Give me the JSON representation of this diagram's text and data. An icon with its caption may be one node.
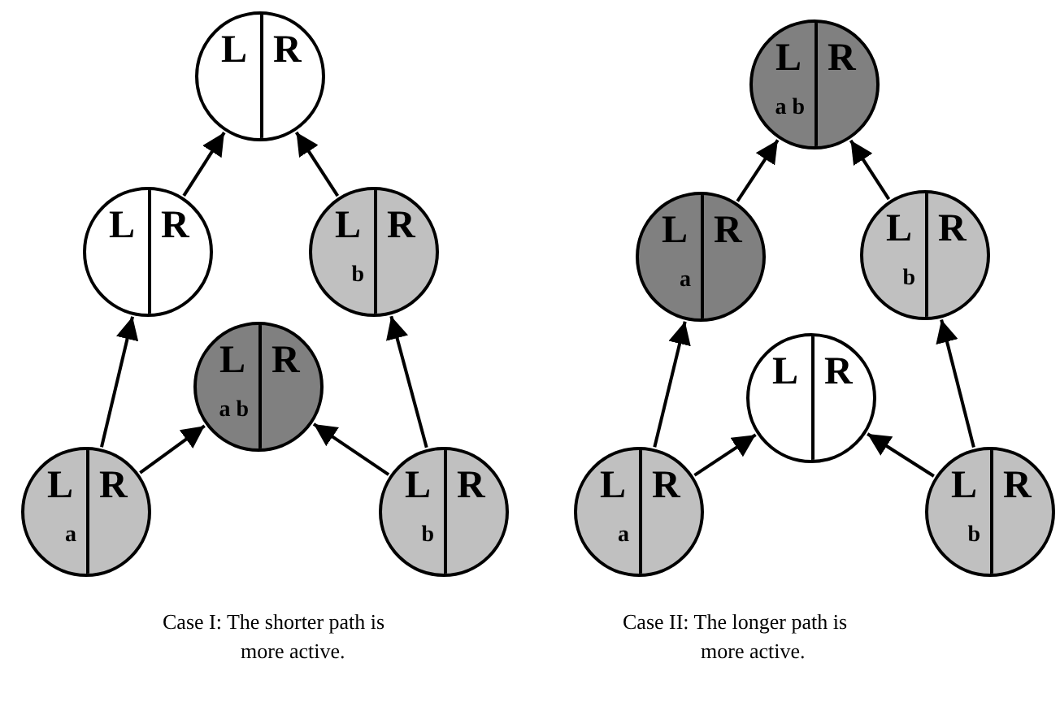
{
  "diagram": {
    "nodes": [
      {
        "text": [
          "L",
          "R"
        ]
      },
      {
        "text": [
          "L",
          "R"
        ]
      },
      {
        "text": [
          "L",
          "R",
          "b"
        ]
      },
      {
        "text": [
          "L",
          "R",
          "a b"
        ]
      },
      {
        "text": [
          "L",
          "R",
          "a"
        ]
      },
      {
        "text": [
          "L",
          "R",
          "b"
        ]
      },
      {
        "text": [
          "L",
          "R",
          "a b"
        ]
      },
      {
        "text": [
          "L",
          "R",
          "a"
        ]
      },
      {
        "text": [
          "L",
          "R",
          "b"
        ]
      },
      {
        "text": [
          "L",
          "R"
        ]
      },
      {
        "text": [
          "L",
          "R",
          "a"
        ]
      },
      {
        "text": [
          "L",
          "R",
          "b"
        ]
      }
    ],
    "edges": [
      {
        "from": 1,
        "to": 0,
        "arrow": "to"
      },
      {
        "from": 2,
        "to": 0,
        "arrow": "to"
      },
      {
        "from": 4,
        "to": 1,
        "arrow": "to"
      },
      {
        "from": 4,
        "to": 3,
        "arrow": "to"
      },
      {
        "from": 5,
        "to": 2,
        "arrow": "to"
      },
      {
        "from": 5,
        "to": 3,
        "arrow": "to"
      },
      {
        "from": 7,
        "to": 6,
        "arrow": "to"
      },
      {
        "from": 8,
        "to": 6,
        "arrow": "to"
      },
      {
        "from": 10,
        "to": 7,
        "arrow": "to"
      },
      {
        "from": 10,
        "to": 9,
        "arrow": "to"
      },
      {
        "from": 11,
        "to": 8,
        "arrow": "to"
      },
      {
        "from": 11,
        "to": 9,
        "arrow": "to"
      }
    ],
    "labels": [
      "Case I: The shorter path is more active.",
      "Case II: The longer path is more active."
    ]
  }
}
